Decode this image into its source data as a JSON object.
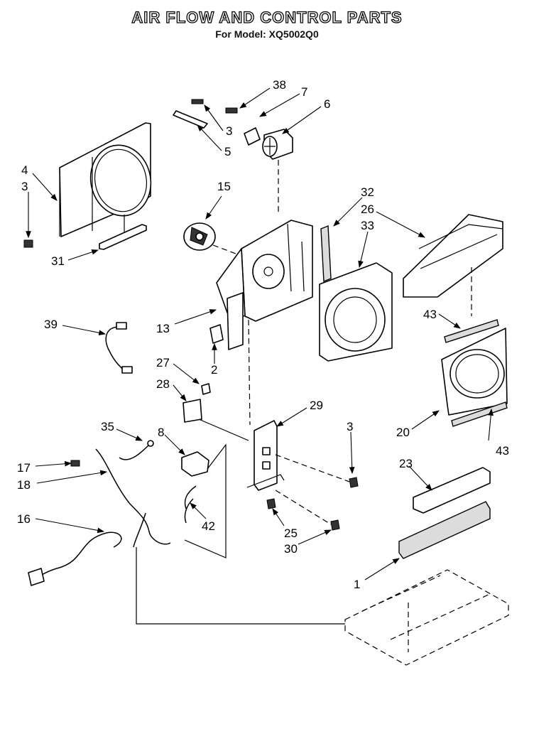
{
  "title": "AIR FLOW AND CONTROL PARTS",
  "subtitle": "For Model: XQ5002Q0",
  "callouts": [
    {
      "id": "c38",
      "text": "38"
    },
    {
      "id": "c7",
      "text": "7"
    },
    {
      "id": "c6",
      "text": "6"
    },
    {
      "id": "c3a",
      "text": "3"
    },
    {
      "id": "c5",
      "text": "5"
    },
    {
      "id": "c4",
      "text": "4"
    },
    {
      "id": "c3b",
      "text": "3"
    },
    {
      "id": "c15",
      "text": "15"
    },
    {
      "id": "c32",
      "text": "32"
    },
    {
      "id": "c26",
      "text": "26"
    },
    {
      "id": "c33",
      "text": "33"
    },
    {
      "id": "c31",
      "text": "31"
    },
    {
      "id": "c39",
      "text": "39"
    },
    {
      "id": "c13",
      "text": "13"
    },
    {
      "id": "c43a",
      "text": "43"
    },
    {
      "id": "c2",
      "text": "2"
    },
    {
      "id": "c27",
      "text": "27"
    },
    {
      "id": "c28",
      "text": "28"
    },
    {
      "id": "c29",
      "text": "29"
    },
    {
      "id": "c20",
      "text": "20"
    },
    {
      "id": "c35",
      "text": "35"
    },
    {
      "id": "c8",
      "text": "8"
    },
    {
      "id": "c3c",
      "text": "3"
    },
    {
      "id": "c43b",
      "text": "43"
    },
    {
      "id": "c17",
      "text": "17"
    },
    {
      "id": "c18",
      "text": "18"
    },
    {
      "id": "c23",
      "text": "23"
    },
    {
      "id": "c16",
      "text": "16"
    },
    {
      "id": "c42",
      "text": "42"
    },
    {
      "id": "c25",
      "text": "25"
    },
    {
      "id": "c30",
      "text": "30"
    },
    {
      "id": "c1",
      "text": "1"
    }
  ]
}
